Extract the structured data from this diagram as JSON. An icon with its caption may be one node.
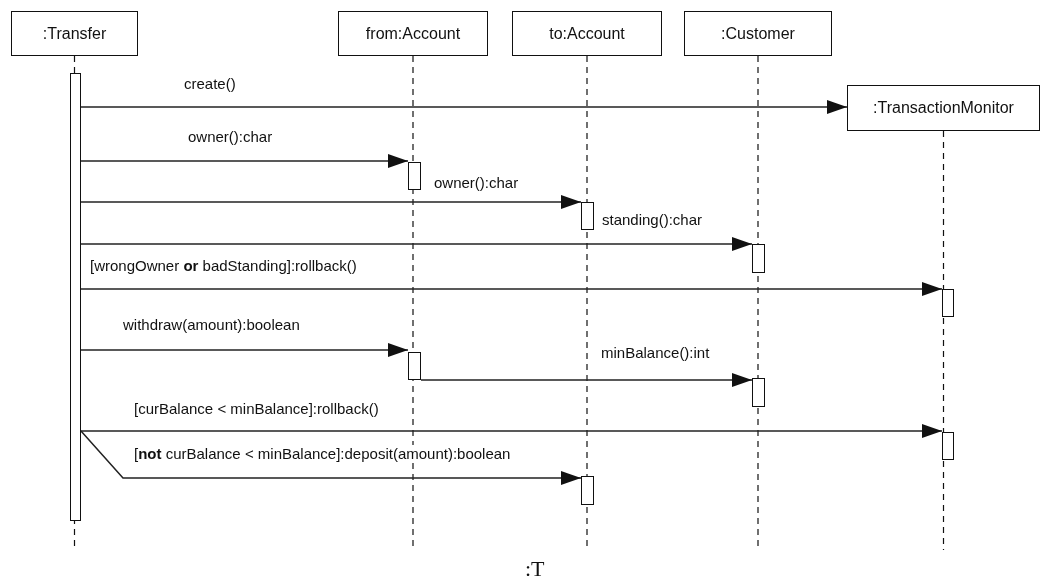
{
  "diagram": {
    "nodes": [
      {
        "text": [
          ":Transfer"
        ]
      },
      {
        "text": [
          "from:Account"
        ]
      },
      {
        "text": [
          "to:Account"
        ]
      },
      {
        "text": [
          ":Customer"
        ]
      },
      {
        "text": [
          ":TransactionMonitor"
        ]
      },
      {
        "text": [],
        "shape": "bar"
      },
      {
        "text": [],
        "shape": "bar"
      },
      {
        "text": [],
        "shape": "bar"
      },
      {
        "text": [],
        "shape": "bar"
      },
      {
        "text": [],
        "shape": "bar"
      },
      {
        "text": [],
        "shape": "bar"
      },
      {
        "text": [],
        "shape": "bar"
      },
      {
        "text": [],
        "shape": "bar"
      },
      {
        "text": [],
        "shape": "bar"
      }
    ],
    "edges": [
      {
        "from": 5,
        "to": 4,
        "arrow": "to",
        "label": "create()"
      },
      {
        "from": 5,
        "to": 6,
        "arrow": "to",
        "label": "owner():char"
      },
      {
        "from": 5,
        "to": 7,
        "arrow": "to",
        "label": "owner():char"
      },
      {
        "from": 5,
        "to": 8,
        "arrow": "to",
        "label": "standing():char"
      },
      {
        "from": 5,
        "to": 9,
        "arrow": "to",
        "label": "[wrongOwner **or** badStanding]:rollback()"
      },
      {
        "from": 5,
        "to": 10,
        "arrow": "to",
        "label": "withdraw(amount):boolean"
      },
      {
        "from": 10,
        "to": 11,
        "arrow": "to",
        "label": "minBalance():int"
      },
      {
        "from": 5,
        "to": 12,
        "arrow": "to",
        "label": "[curBalance < minBalance]:rollback()"
      },
      {
        "from": 5,
        "to": 13,
        "arrow": "to",
        "label": "[**not** curBalance < minBalance]:deposit(amount):boolean"
      }
    ],
    "labels": [
      ":T"
    ]
  }
}
